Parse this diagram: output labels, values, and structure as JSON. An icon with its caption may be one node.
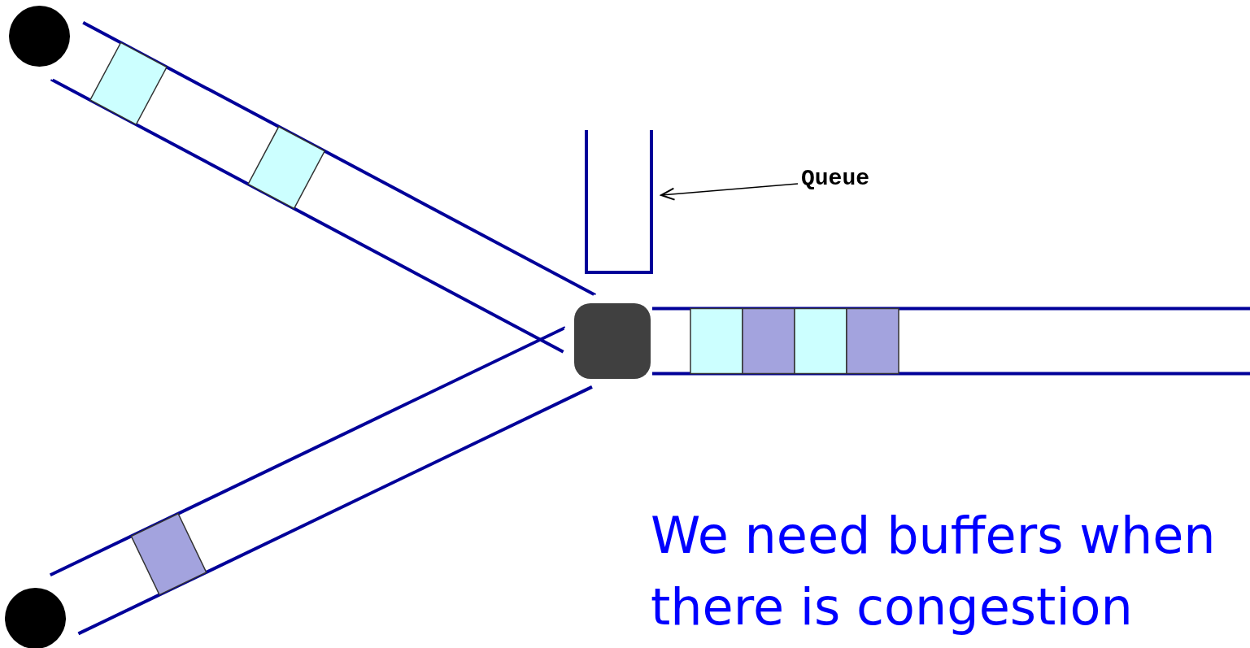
{
  "diagram": {
    "nodes": [
      {
        "text": [],
        "shape": "circle"
      },
      {
        "text": [],
        "shape": "circle"
      },
      {
        "text": [],
        "shape": "box"
      },
      {
        "text": [],
        "shape": "bar"
      },
      {
        "text": [
          "Queue"
        ]
      },
      {
        "text": [],
        "shape": "box"
      },
      {
        "text": [],
        "shape": "box"
      },
      {
        "text": [],
        "shape": "box"
      },
      {
        "text": [],
        "shape": "box"
      },
      {
        "text": [],
        "shape": "box"
      },
      {
        "text": [],
        "shape": "box"
      },
      {
        "text": [],
        "shape": "box"
      }
    ],
    "edges": [
      {
        "from": 0,
        "to": 2,
        "arrow": "none"
      },
      {
        "from": 1,
        "to": 2,
        "arrow": "none"
      },
      {
        "from": 2,
        "to": null,
        "arrow": "none"
      },
      {
        "from": 4,
        "to": 3,
        "arrow": "to",
        "color": "#000000"
      }
    ],
    "labels": [
      "We need buffers when there is congestion"
    ]
  }
}
